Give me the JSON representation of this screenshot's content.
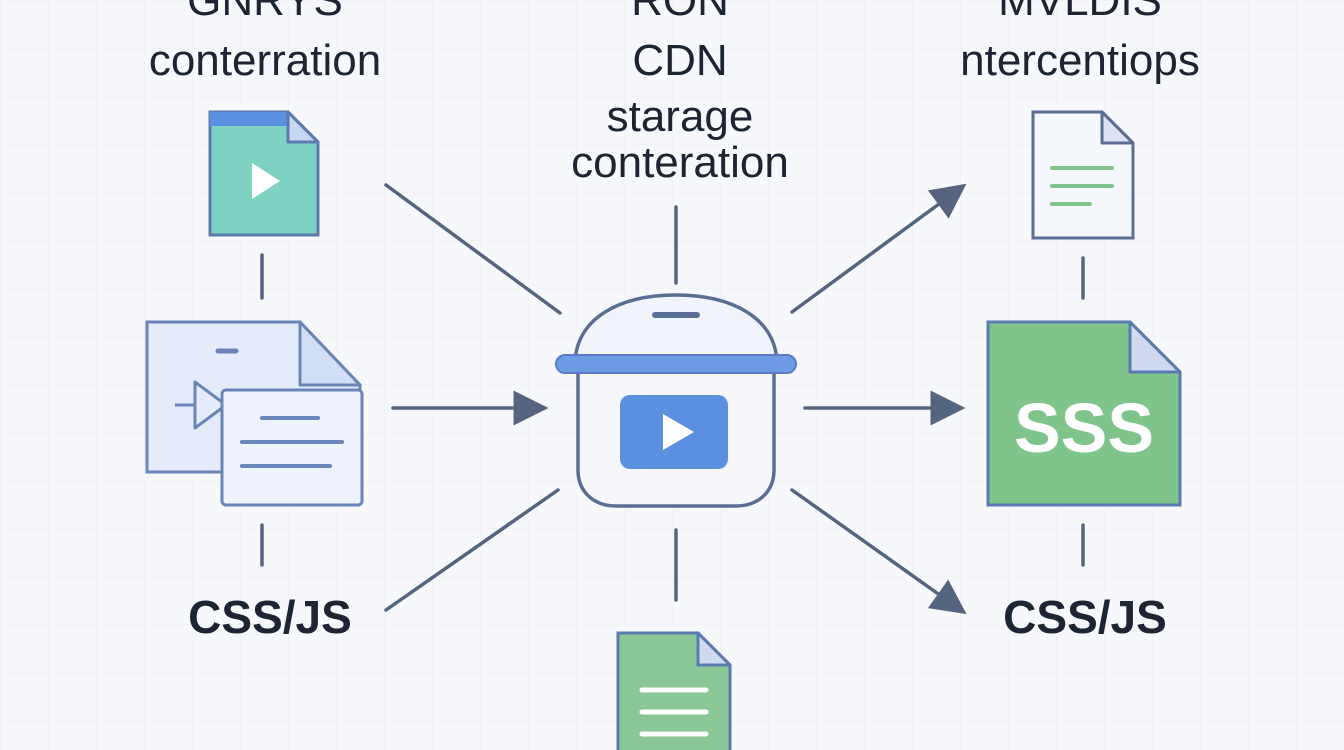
{
  "labels": {
    "left_top_line1": "GNRYS",
    "left_top_line2": "conterration",
    "center_top_line1": "RON",
    "center_top_line2": "CDN",
    "center_top_line3": "starage",
    "center_top_line4": "conteration",
    "right_top_line1": "MVLDIS",
    "right_top_line2": "ntercentiops",
    "bottom_left": "CSS/JS",
    "bottom_right": "CSS/JS",
    "sss_badge": "SSS"
  },
  "icons": {
    "left_top": "video-file-icon",
    "left_mid": "video-and-document-files-icon",
    "center": "cdn-storage-container-icon",
    "center_bottom": "document-file-icon",
    "right_top": "document-file-icon",
    "right_mid": "sss-file-icon"
  },
  "colors": {
    "line": "#56657f",
    "teal_file": "#7fd1c2",
    "blue_file": "#e4ecfb",
    "blue_outline": "#6a85b8",
    "accent_blue": "#5b8fe0",
    "green_file": "#7fc48b",
    "text": "#1d2433"
  }
}
